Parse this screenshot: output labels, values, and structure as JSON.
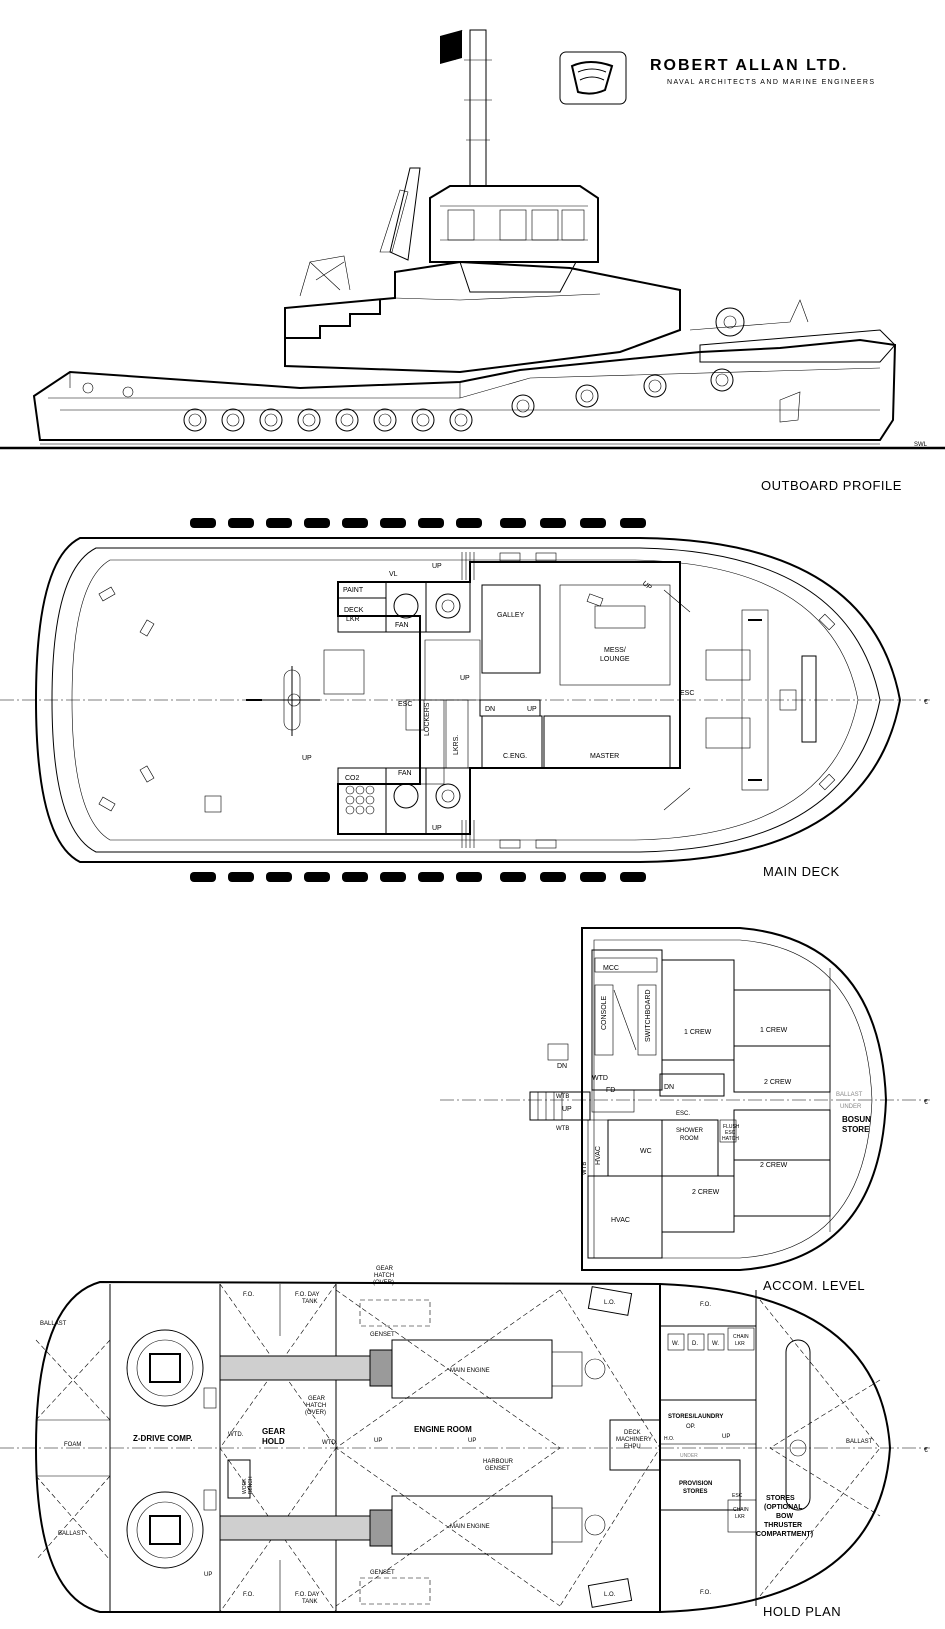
{
  "company": {
    "name": "ROBERT ALLAN LTD.",
    "tagline": "NAVAL ARCHITECTS AND MARINE ENGINEERS"
  },
  "views": {
    "outboard_profile": "OUTBOARD PROFILE",
    "main_deck": "MAIN DECK",
    "accom_level": "ACCOM. LEVEL",
    "hold_plan": "HOLD PLAN"
  },
  "profile_labels": {
    "swl": "SWL"
  },
  "main_deck_labels": {
    "paint": "PAINT",
    "vl": "VL",
    "deck_lkr": [
      "DECK",
      "LKR"
    ],
    "fan_top": "FAN",
    "fan_bottom": "FAN",
    "co2": "CO2",
    "galley": "GALLEY",
    "mess": [
      "MESS/",
      "LOUNGE"
    ],
    "lockers": "LOCKERS",
    "lkrs": "LKRS.",
    "esc_left": "ESC",
    "esc_right": "ESC",
    "c_eng": "C.ENG.",
    "master": "MASTER",
    "dn": "DN",
    "up_center": "UP",
    "up_stair": "UP",
    "up_top": "UP",
    "up_bottom": "UP",
    "up_left": "UP",
    "up_right": "UP",
    "centerline": "€"
  },
  "accom_labels": {
    "mcc": "MCC",
    "console": "CONSOLE",
    "switchboard": "SWITCHBOARD",
    "crew_1a": "1 CREW",
    "crew_1b": "1 CREW",
    "crew_2a": "2 CREW",
    "crew_2b": "2 CREW",
    "crew_2c": "2 CREW",
    "wtd": "WTD",
    "fd": "FD",
    "dn": "DN",
    "dn2": "DN",
    "up": "UP",
    "wtb_top": "WTB",
    "wtb_bottom": "WTB",
    "wtb_side": "WTB",
    "esc": "ESC.",
    "flush_esc_hatch": [
      "FLUSH",
      "ESC",
      "HATCH"
    ],
    "shower": [
      "SHOWER",
      "ROOM"
    ],
    "wc": "WC",
    "hvac_side": "HVAC",
    "hvac": "HVAC",
    "ballast": "BALLAST",
    "under": "UNDER",
    "bosun_store": [
      "BOSUN",
      "STORE"
    ],
    "centerline": "€"
  },
  "hold_labels": {
    "ballast_tl": "BALLAST",
    "ballast_bl": "BALLAST",
    "ballast_right": "BALLAST",
    "foam": "FOAM",
    "z_drive": "Z-DRIVE COMP.",
    "wtd_1": "WTD.",
    "wtd_2": "WTD.",
    "gear_hold": [
      "GEAR",
      "HOLD"
    ],
    "fo_1": "F.O.",
    "fo_day_top": [
      "F.O. DAY",
      "TANK"
    ],
    "fo_2": "F.O.",
    "fo_day_bottom": [
      "F.O. DAY",
      "TANK"
    ],
    "fo_3": "F.O.",
    "fo_4": "F.O.",
    "gear_hatch_top": [
      "GEAR",
      "HATCH",
      "(OVER)"
    ],
    "gear_hatch_mid": [
      "GEAR",
      "HATCH",
      "(OVER)"
    ],
    "genset_top": "GENSET",
    "genset_bottom": "GENSET",
    "main_engine_top": "MAIN ENGINE",
    "main_engine_bottom": "MAIN ENGINE",
    "engine_room": "ENGINE ROOM",
    "harbour_genset": [
      "HARBOUR",
      "GENSET"
    ],
    "deck_machinery": [
      "DECK",
      "MACHINERY",
      "EHPU"
    ],
    "lo_top": "L.O.",
    "lo_bottom": "L.O.",
    "work_bench": [
      "WORK",
      "BENCH"
    ],
    "stores_laundry": "STORES/LAUNDRY",
    "w": "W.",
    "d": "D.",
    "w2": "W.",
    "chain_lkr_top": [
      "CHAIN",
      "LKR"
    ],
    "chain_lkr_bottom": [
      "CHAIN",
      "LKR"
    ],
    "provision_stores": [
      "PROVISION",
      "STORES"
    ],
    "esc": "ESC",
    "stores_bow": [
      "STORES",
      "(OPTIONAL",
      "BOW",
      "THRUSTER",
      "COMPARTMENT)"
    ],
    "ho": "H.O.",
    "op": "OP.",
    "up": "UP",
    "up2": "UP",
    "up3": "UP",
    "up4": "UP",
    "under": "UNDER",
    "centerline": "€"
  }
}
